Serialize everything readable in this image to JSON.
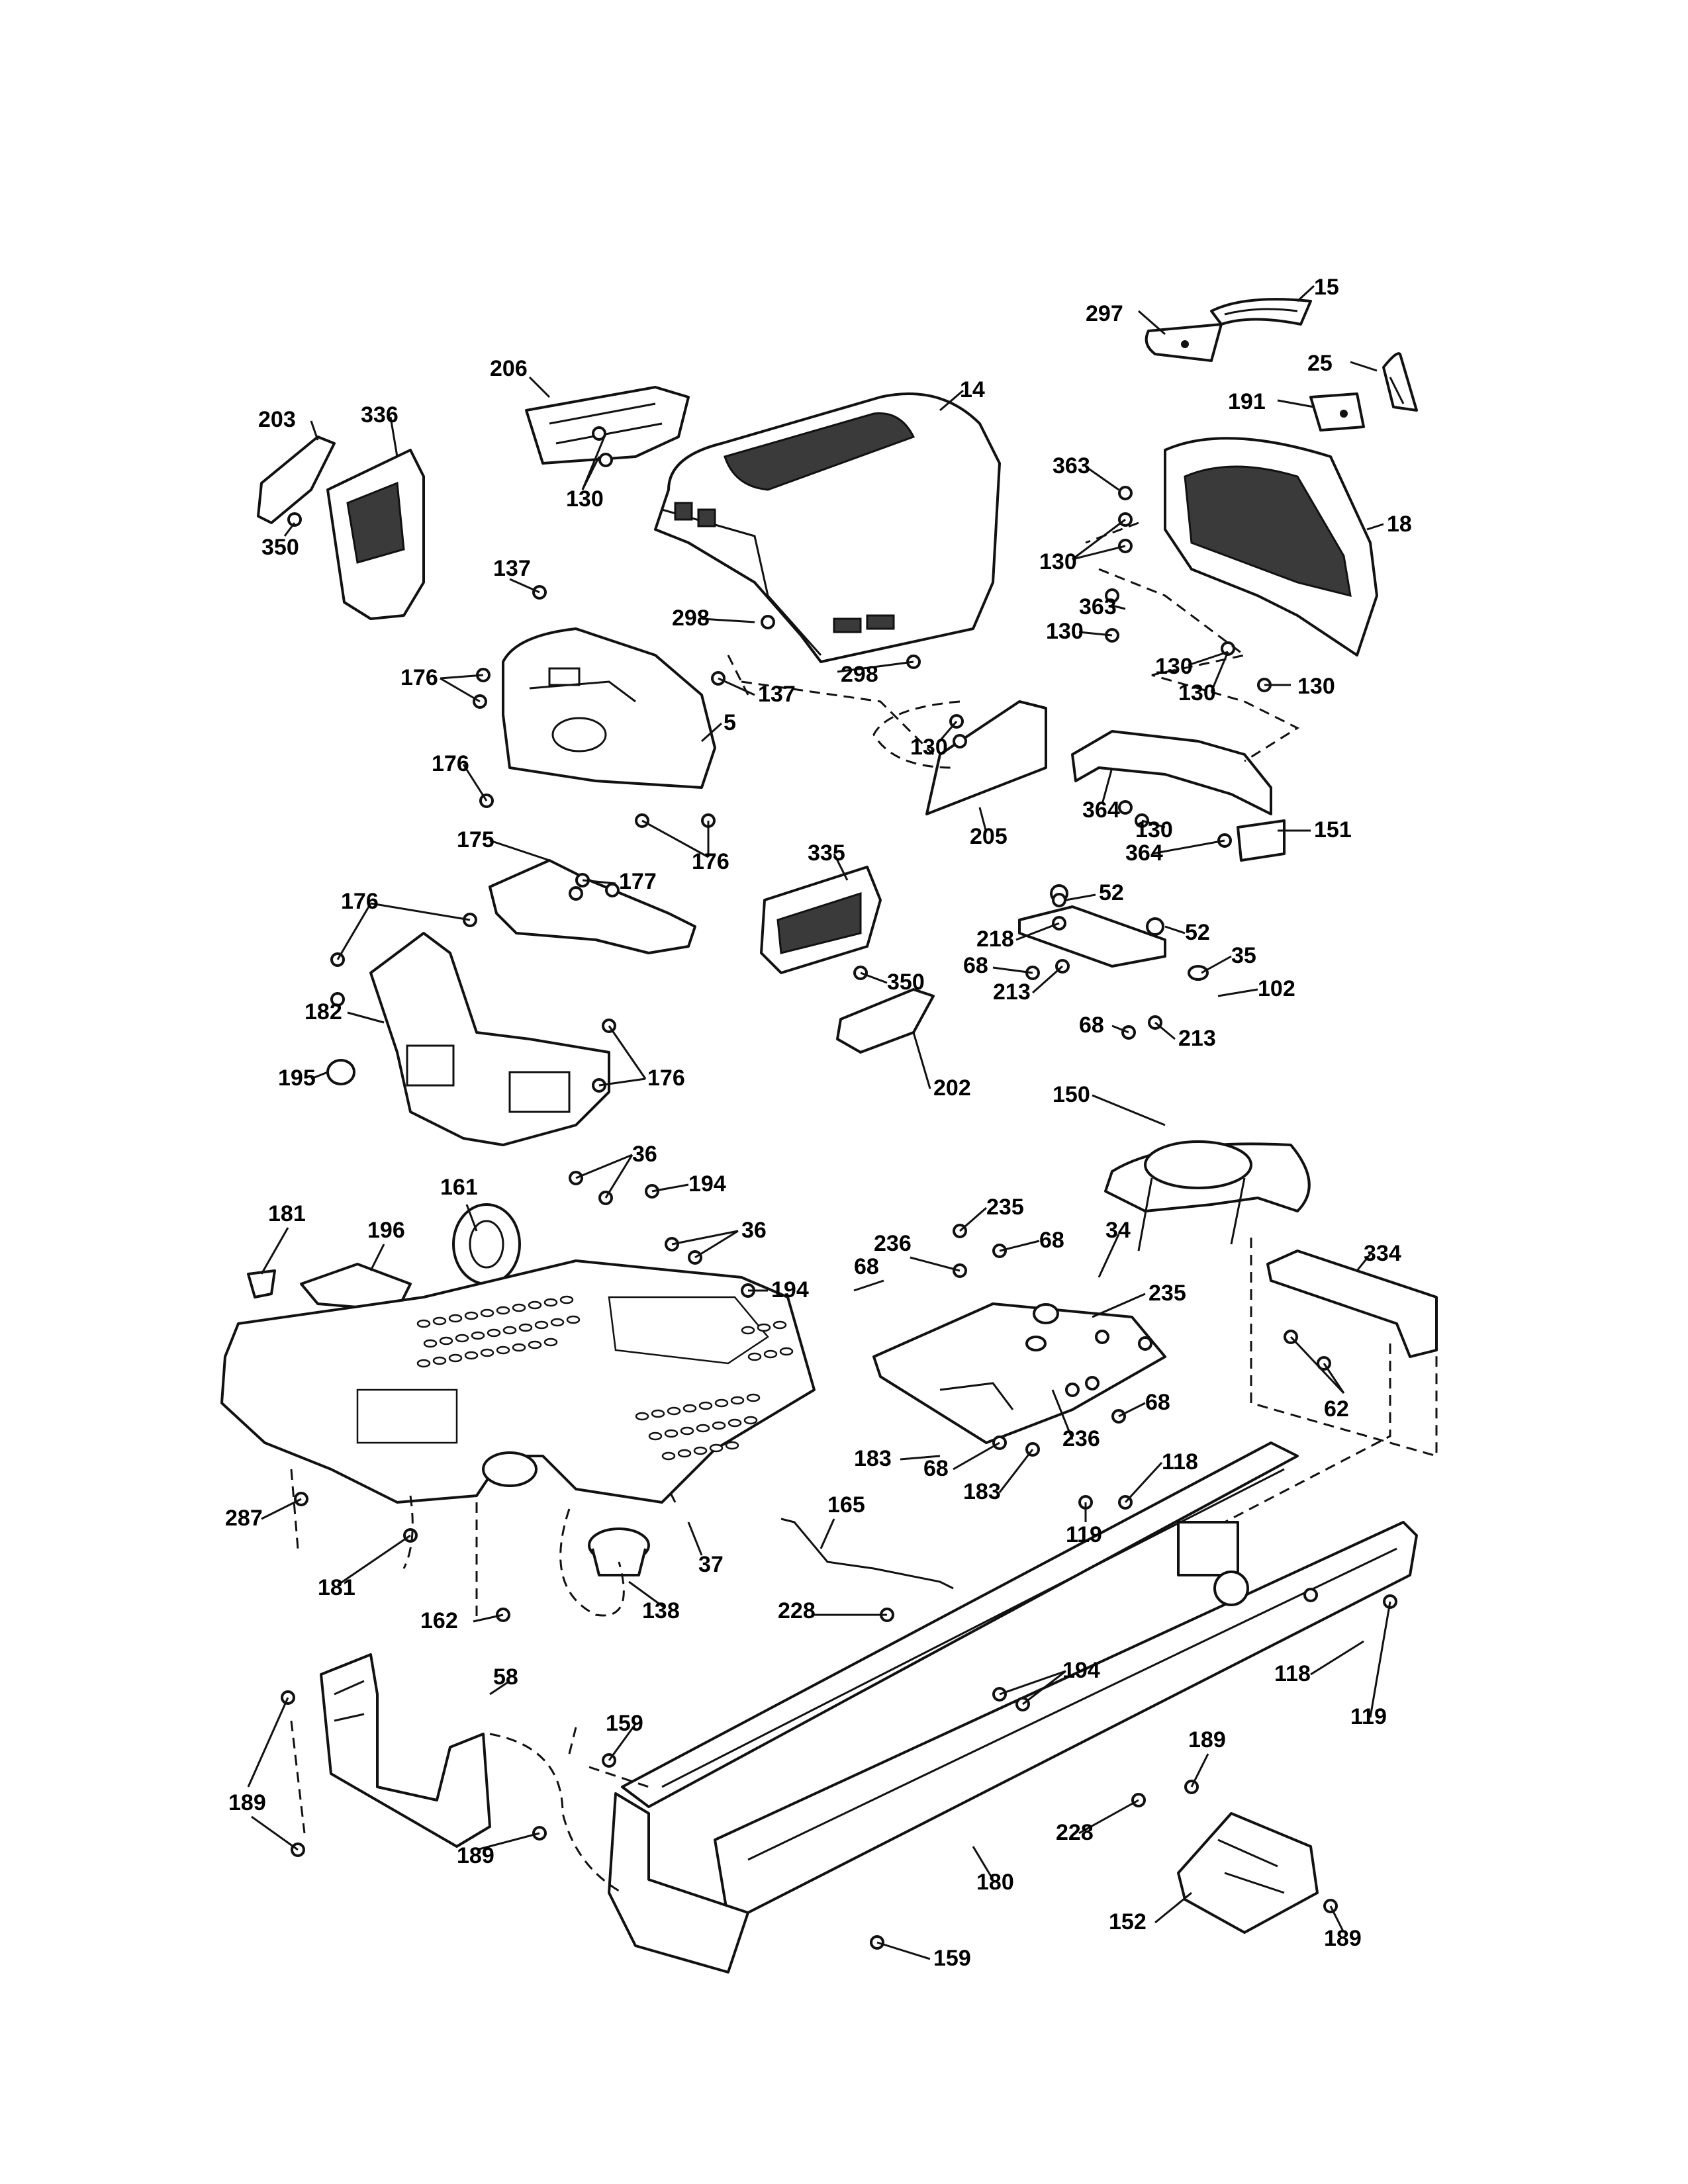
{
  "callouts": [
    "15",
    "297",
    "25",
    "191",
    "14",
    "206",
    "203",
    "336",
    "350",
    "130",
    "363",
    "18",
    "130",
    "363",
    "130",
    "130",
    "130",
    "137",
    "298",
    "298",
    "176",
    "137",
    "5",
    "176",
    "130",
    "205",
    "364",
    "130",
    "364",
    "151",
    "175",
    "177",
    "176",
    "176",
    "335",
    "350",
    "52",
    "218",
    "52",
    "68",
    "213",
    "35",
    "102",
    "68",
    "213",
    "182",
    "195",
    "176",
    "202",
    "150",
    "36",
    "194",
    "161",
    "181",
    "196",
    "36",
    "194",
    "235",
    "236",
    "68",
    "34",
    "68",
    "235",
    "334",
    "68",
    "236",
    "62",
    "183",
    "68",
    "183",
    "118",
    "287",
    "165",
    "119",
    "37",
    "181",
    "138",
    "162",
    "228",
    "194",
    "118",
    "119",
    "58",
    "159",
    "189",
    "189",
    "228",
    "189",
    "180",
    "152",
    "159",
    "189",
    "130"
  ]
}
